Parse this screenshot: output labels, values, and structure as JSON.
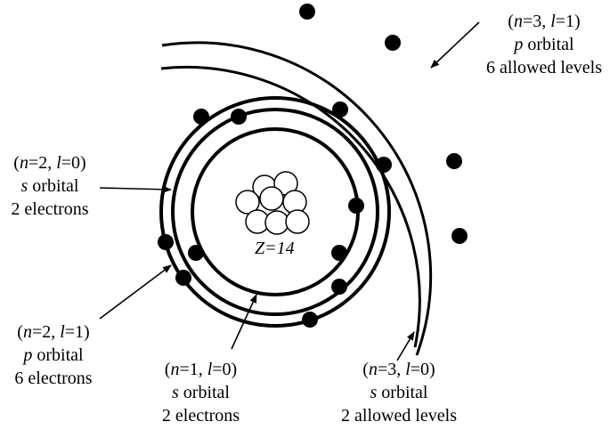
{
  "nucleus": {
    "label_var": "Z",
    "label_eq": "=",
    "label_val": "14"
  },
  "labels": {
    "n3l1": {
      "line1": [
        "(",
        "n",
        "=3, ",
        "l",
        "=1)"
      ],
      "line2_var": "p",
      "line2_text": " orbital",
      "line3": "6 allowed levels"
    },
    "n2l0": {
      "line1": [
        "(",
        "n",
        "=2, ",
        "l",
        "=0)"
      ],
      "line2_var": "s",
      "line2_text": " orbital",
      "line3": "2 electrons"
    },
    "n2l1": {
      "line1": [
        "(",
        "n",
        "=2, ",
        "l",
        "=1)"
      ],
      "line2_var": "p",
      "line2_text": " orbital",
      "line3": "6 electrons"
    },
    "n1l0": {
      "line1": [
        "(",
        "n",
        "=1, ",
        "l",
        "=0)"
      ],
      "line2_var": "s",
      "line2_text": " orbital",
      "line3": "2 electrons"
    },
    "n3l0": {
      "line1": [
        "(",
        "n",
        "=3, ",
        "l",
        "=0)"
      ],
      "line2_var": "s",
      "line2_text": " orbital",
      "line3": "2 allowed levels"
    }
  },
  "colors": {
    "ink": "#000000",
    "nucleon_fill": "#ffffff",
    "background": "#ffffff"
  }
}
